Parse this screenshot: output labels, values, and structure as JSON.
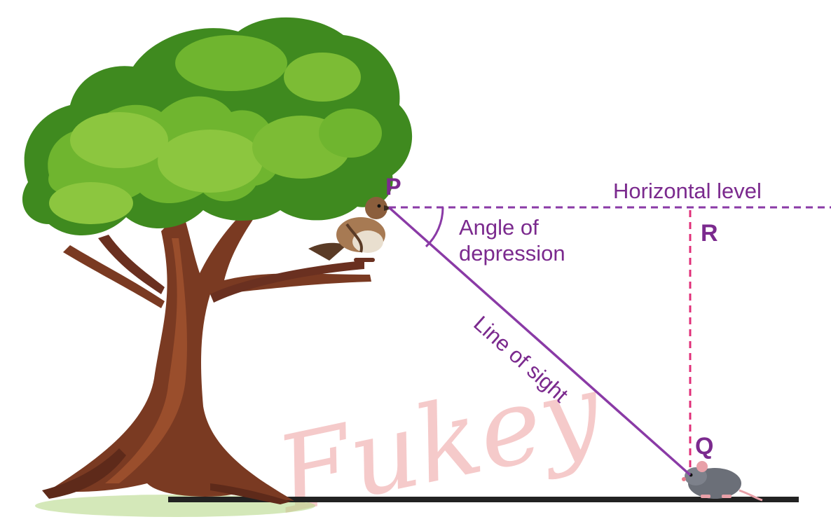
{
  "points": {
    "p": "P",
    "q": "Q",
    "r": "R"
  },
  "labels": {
    "horizontal_level": "Horizontal level",
    "angle_line1": "Angle of",
    "angle_line2": "depression",
    "line_of_sight": "Line of sight"
  },
  "watermark": "Fukey",
  "colors": {
    "line_purple": "#8a3aa6",
    "dashed_pink": "#e0307a",
    "ground": "#222222",
    "foliage_dark": "#3f8a1f",
    "foliage_light": "#8cc63f",
    "trunk": "#7a3a22"
  },
  "icons": {
    "observer": "bird-icon",
    "target": "mouse-icon",
    "scene": "tree-icon"
  }
}
